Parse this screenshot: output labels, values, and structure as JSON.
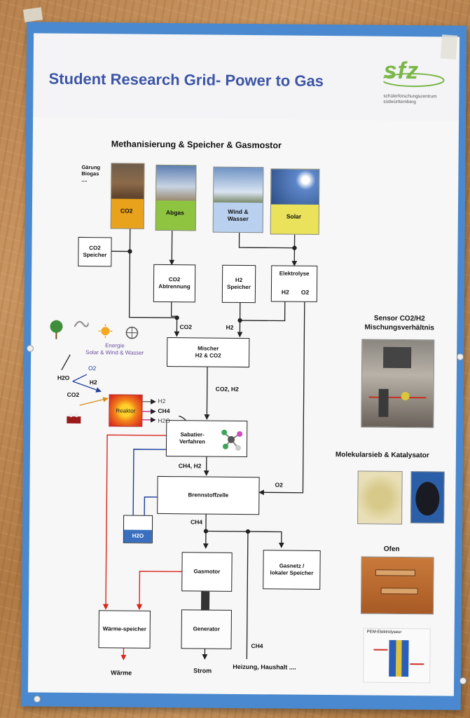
{
  "poster": {
    "title": "Student Research Grid- Power to Gas",
    "logo_text": "sfz",
    "logo_subtitle": "schülerforschungszentrum\nsüdwürttemberg"
  },
  "diagram": {
    "main_title": "Methanisierung & Speicher & Gasmostor",
    "side_note": "Gärung\nBiogas\n....",
    "sources": [
      "CO2",
      "Abgas",
      "Wind &\nWasser",
      "Solar"
    ],
    "co2_speicher": "CO2\nSpeicher",
    "co2_abtrennung": "CO2\nAbtrennung",
    "h2_speicher": "H2\nSpeicher",
    "elektrolyse": "Elektrolyse",
    "elektrolyse_out_h2": "H2",
    "elektrolyse_out_o2": "O2",
    "label_co2": "CO2",
    "label_h2": "H2",
    "mischer": "Mischer\nH2 & CO2",
    "label_co2_h2": "CO2, H2",
    "sabatier": "Sabatier-\nVerfahren",
    "label_ch4_h2": "CH4, H2",
    "brennstoffzelle": "Brennstoffzelle",
    "label_o2": "O2",
    "label_ch4": "CH4",
    "h2o_tank": "H2O",
    "gasmotor": "Gasmotor",
    "gasnetz": "Gasnetz /\nlokaler Speicher",
    "waerme_speicher": "Wärme-speicher",
    "generator": "Generator",
    "label_ch4_bottom": "CH4",
    "out_waerme": "Wärme",
    "out_strom": "Strom",
    "out_heizung": "Heizung, Haushalt ...."
  },
  "inset": {
    "energie_label": "Energie\nSolar & Wind & Wasser",
    "h2o": "H2O",
    "o2": "O2",
    "h2": "H2",
    "co2": "CO2",
    "reaktor": "Reaktor",
    "out_h2": "H2",
    "out_ch4": "CH4",
    "out_h2o": "H2O"
  },
  "right_panel": {
    "sensor_title": "Sensor  CO2/H2\nMischungsverhältnis",
    "molekular_title": "Molekularsieb & Katalysator",
    "ofen_title": "Ofen",
    "pem_caption": "PEM-Elektrolyseur"
  },
  "colors": {
    "co2_box": "#e8a21c",
    "abgas_box": "#8fc441",
    "wind_box": "#b9d1ee",
    "solar_box": "#e9e25a",
    "poster_frame": "#4a89cf",
    "title_text": "#3c55a5",
    "arrow_red": "#d6261c",
    "arrow_blue": "#1f3f9a"
  }
}
